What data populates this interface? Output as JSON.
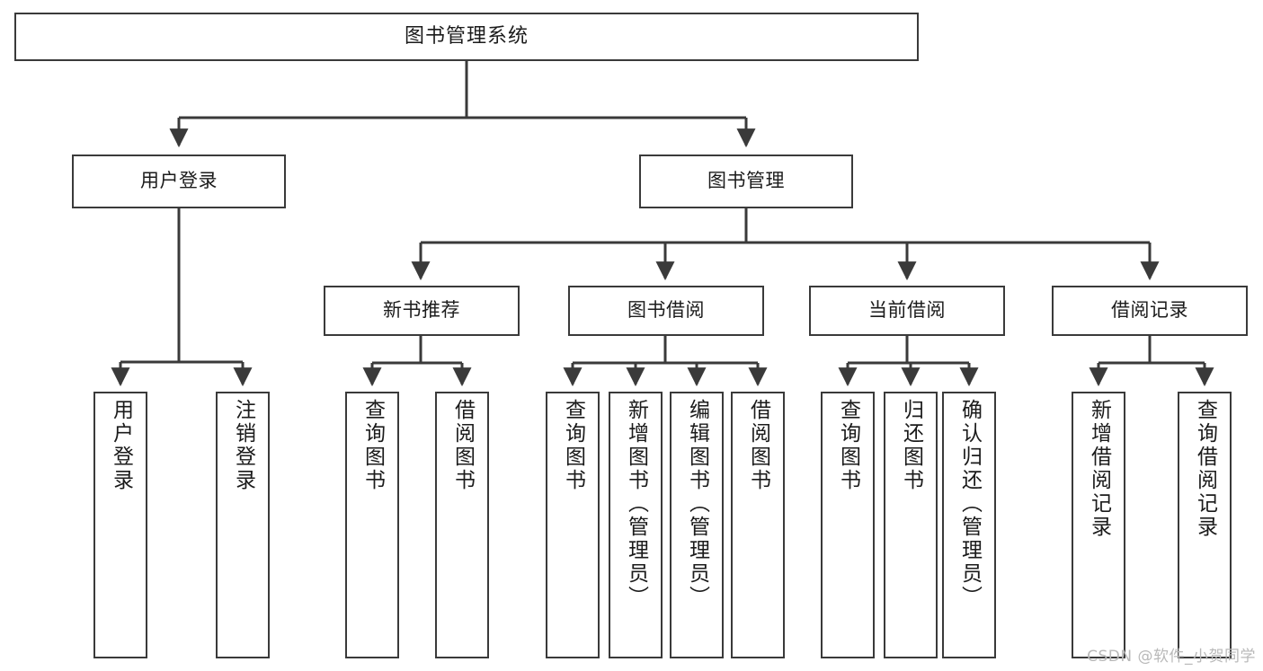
{
  "diagram": {
    "type": "tree-hierarchy-chart",
    "title": "图书管理系统",
    "watermark": "CSDN @软件_小贺同学",
    "colors": {
      "box_border": "#3a3a3a",
      "box_fill": "#ffffff",
      "edge": "#3a3a3a",
      "text": "#1b1b1b",
      "watermark": "#b9b9b9",
      "background": "#ffffff"
    },
    "nodes": {
      "root": {
        "label": "图书管理系统",
        "level": 0
      },
      "l1": [
        {
          "id": "user-login",
          "label": "用户登录"
        },
        {
          "id": "book-manage",
          "label": "图书管理"
        }
      ],
      "l2": [
        {
          "id": "new-book-recommend",
          "label": "新书推荐",
          "parent": "book-manage"
        },
        {
          "id": "book-borrow",
          "label": "图书借阅",
          "parent": "book-manage"
        },
        {
          "id": "current-borrow",
          "label": "当前借阅",
          "parent": "book-manage"
        },
        {
          "id": "borrow-record",
          "label": "借阅记录",
          "parent": "book-manage"
        }
      ],
      "leaves": [
        {
          "id": "leaf-user-login",
          "label": "用户登录",
          "parent": "user-login"
        },
        {
          "id": "leaf-user-logout",
          "label": "注销登录",
          "parent": "user-login"
        },
        {
          "id": "leaf-query-book-1",
          "label": "查询图书",
          "parent": "new-book-recommend"
        },
        {
          "id": "leaf-borrow-book-1",
          "label": "借阅图书",
          "parent": "new-book-recommend"
        },
        {
          "id": "leaf-query-book-2",
          "label": "查询图书",
          "parent": "book-borrow"
        },
        {
          "id": "leaf-add-book",
          "label": "新增图书（管理员）",
          "parent": "book-borrow"
        },
        {
          "id": "leaf-edit-book",
          "label": "编辑图书（管理员）",
          "parent": "book-borrow"
        },
        {
          "id": "leaf-borrow-book-2",
          "label": "借阅图书",
          "parent": "book-borrow"
        },
        {
          "id": "leaf-query-book-3",
          "label": "查询图书",
          "parent": "current-borrow"
        },
        {
          "id": "leaf-return-book",
          "label": "归还图书",
          "parent": "current-borrow"
        },
        {
          "id": "leaf-confirm-return",
          "label": "确认归还（管理员）",
          "parent": "current-borrow"
        },
        {
          "id": "leaf-add-record",
          "label": "新增借阅记录",
          "parent": "borrow-record"
        },
        {
          "id": "leaf-query-record",
          "label": "查询借阅记录",
          "parent": "borrow-record"
        }
      ]
    }
  }
}
